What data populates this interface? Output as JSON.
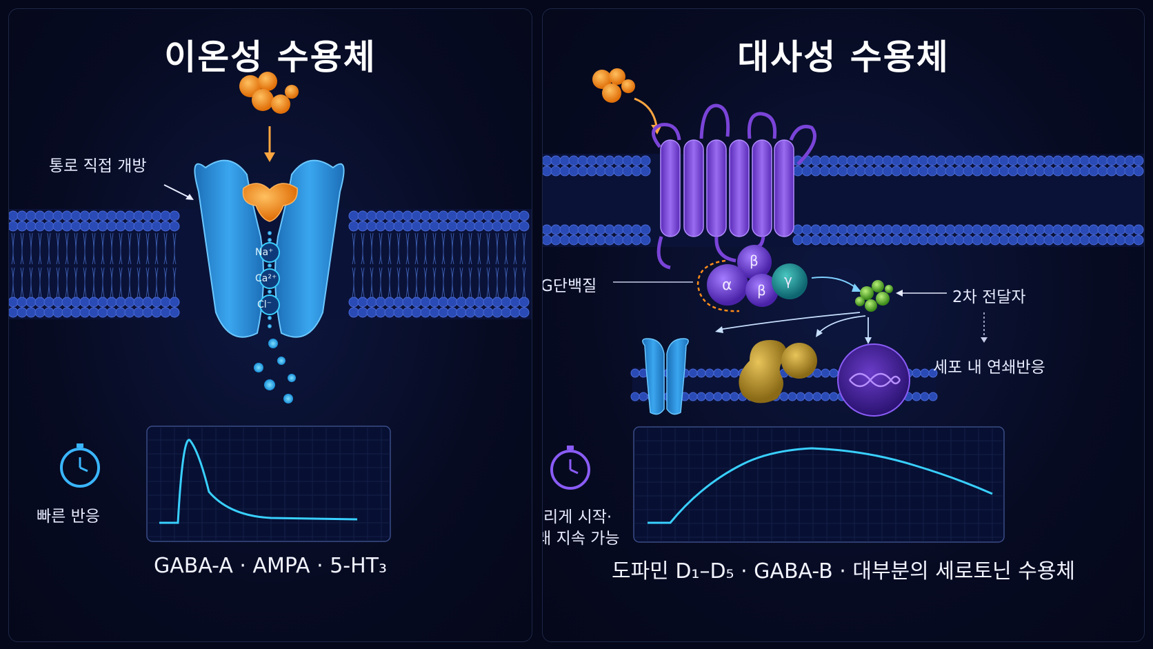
{
  "left": {
    "title": "이온성 수용체",
    "channel_label": "통로 직접 개방",
    "ions": [
      "Na⁺",
      "Ca²⁺",
      "Cl⁻"
    ],
    "speed_label": "빠른 반응",
    "examples": "GABA-A · AMPA · 5-HT₃",
    "icon": "stopwatch-icon",
    "accent": "#2fb8ff"
  },
  "right": {
    "title": "대사성 수용체",
    "g_protein_label": "G단백질",
    "subunits": [
      "α",
      "β",
      "γ"
    ],
    "second_messenger_label": "2차 전달자",
    "cascade_label": "세포 내 연쇄반응",
    "speed_label_line1": "느리게 시작·",
    "speed_label_line2": "오래 지속 가능",
    "examples": "도파민 D₁–D₅ · GABA-B · 대부분의 세로토닌 수용체",
    "icon": "stopwatch-icon",
    "accent": "#8a5cf6"
  },
  "colors": {
    "ligand": "#ff8c1a",
    "membrane": "#2a4bb5",
    "trace": "#39d0ff",
    "gpcr": "#7a44d8",
    "messenger": "#7ac943"
  }
}
